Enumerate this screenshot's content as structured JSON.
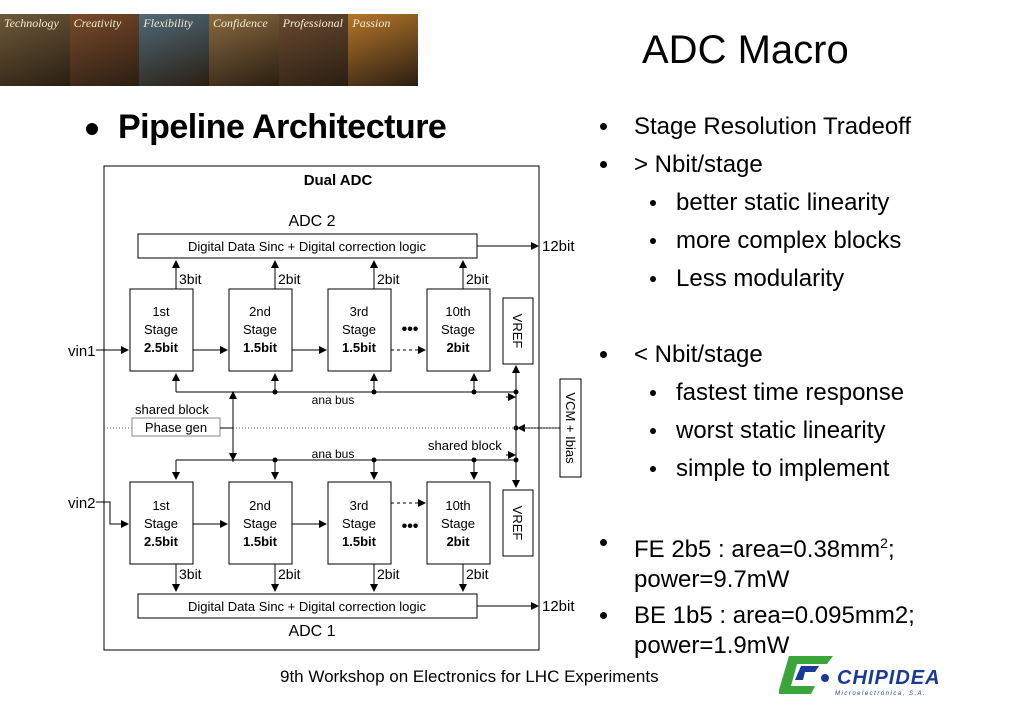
{
  "banner": {
    "tiles": [
      {
        "label": "Technology",
        "color": "#6d5a3a"
      },
      {
        "label": "Creativity",
        "color": "#7a4a2a"
      },
      {
        "label": "Flexibility",
        "color": "#4f6a7a"
      },
      {
        "label": "Confidence",
        "color": "#8a6a40"
      },
      {
        "label": "Professional",
        "color": "#6a4a30"
      },
      {
        "label": "Passion",
        "color": "#b5762a"
      }
    ]
  },
  "title": "ADC Macro",
  "left_bullet": "Pipeline Architecture",
  "diagram": {
    "heading": "Dual ADC",
    "adc_top_label": "ADC 2",
    "adc_bottom_label": "ADC 1",
    "digital_block": "Digital Data Sinc + Digital correction logic",
    "output_label": "12bit",
    "bit_labels": [
      "3bit",
      "2bit",
      "2bit",
      "2bit"
    ],
    "stages": [
      {
        "line1": "1st",
        "line2": "Stage",
        "line3": "2.5bit"
      },
      {
        "line1": "2nd",
        "line2": "Stage",
        "line3": "1.5bit"
      },
      {
        "line1": "3rd",
        "line2": "Stage",
        "line3": "1.5bit"
      },
      {
        "line1": "10th",
        "line2": "Stage",
        "line3": "2bit"
      }
    ],
    "dots": "•••",
    "vref": "VREF",
    "vcm": "VCM + Ibias",
    "vin1": "vin1",
    "vin2": "vin2",
    "ana_bus": "ana bus",
    "shared_block": "shared block",
    "phase_gen": "Phase gen"
  },
  "bullets": {
    "b1": "Stage Resolution Tradeoff",
    "b2": "> Nbit/stage",
    "b2a": "better static linearity",
    "b2b": "more complex blocks",
    "b2c": "Less modularity",
    "b3": "< Nbit/stage",
    "b3a": "fastest time response",
    "b3b": "worst static linearity",
    "b3c": "simple to implement",
    "fe_prefix": "FE 2b5 : area=0.38mm",
    "fe_sup": "2",
    "fe_suffix": ";",
    "fe_power": "power=9.7mW",
    "be_line1": "BE 1b5 : area=0.095mm2;",
    "be_power": "power=1.9mW"
  },
  "footer": "9th Workshop on Electronics for LHC Experiments",
  "logo": {
    "name": "CHIPIDEA",
    "sub": "Microelectrónica, S.A.",
    "color": "#1a3a9a",
    "green": "#3aa63a"
  }
}
